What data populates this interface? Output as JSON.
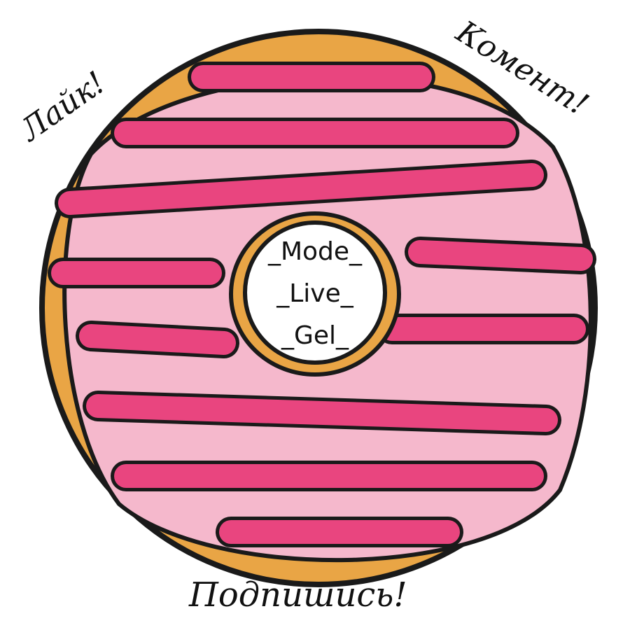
{
  "texts": {
    "like": "Лайк!",
    "comment": "Комент!",
    "subscribe": "Подпишись!"
  },
  "center_lines": [
    "_Mode_",
    "_Live_",
    "_Gel_"
  ],
  "colors": {
    "dough": "#e9a545",
    "glaze": "#f5b8cc",
    "drizzle": "#e9457f",
    "outline": "#1a1a1a"
  }
}
